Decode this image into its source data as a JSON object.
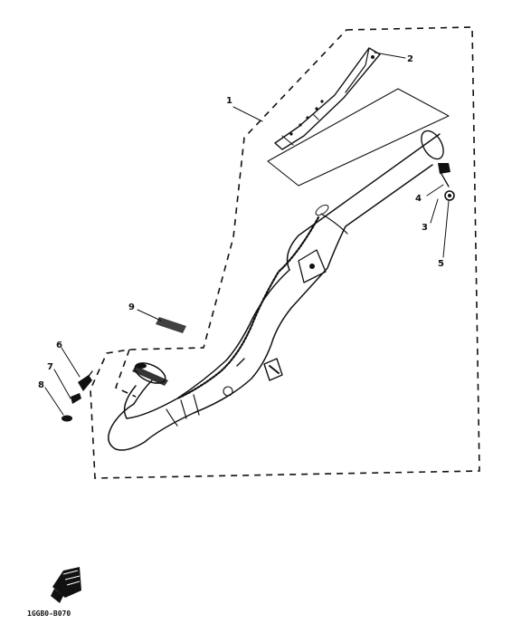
{
  "callouts": {
    "c1": "1",
    "c2": "2",
    "c3": "3",
    "c4": "4",
    "c5": "5",
    "c6": "6",
    "c7": "7",
    "c8": "8",
    "c9": "9"
  },
  "figure_code": "1GGB0-B070",
  "icons": {
    "engine_icon": "engine-block-icon"
  }
}
